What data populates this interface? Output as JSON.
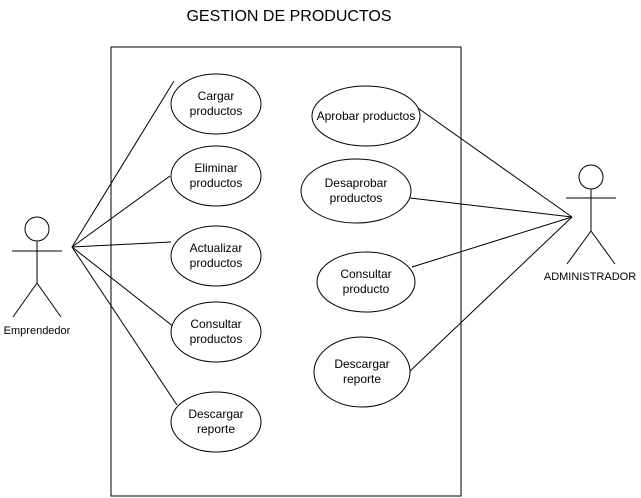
{
  "title": "GESTION DE PRODUCTOS",
  "actors": {
    "emprendedor": "Emprendedor",
    "administrador": "ADMINISTRADOR"
  },
  "use_cases": {
    "cargar": [
      "Cargar",
      "productos"
    ],
    "eliminar": [
      "Eliminar",
      "productos"
    ],
    "actualizar": [
      "Actualizar",
      "productos"
    ],
    "consultar_productos": [
      "Consultar",
      "productos"
    ],
    "descargar_emp": [
      "Descargar",
      "reporte"
    ],
    "aprobar": [
      "Aprobar productos"
    ],
    "desaprobar": [
      "Desaprobar",
      "productos"
    ],
    "consultar_producto": [
      "Consultar",
      "producto"
    ],
    "descargar_admin": [
      "Descargar",
      "reporte"
    ]
  },
  "colors": {
    "stroke": "#000000",
    "fill": "#ffffff",
    "text": "#000000"
  }
}
